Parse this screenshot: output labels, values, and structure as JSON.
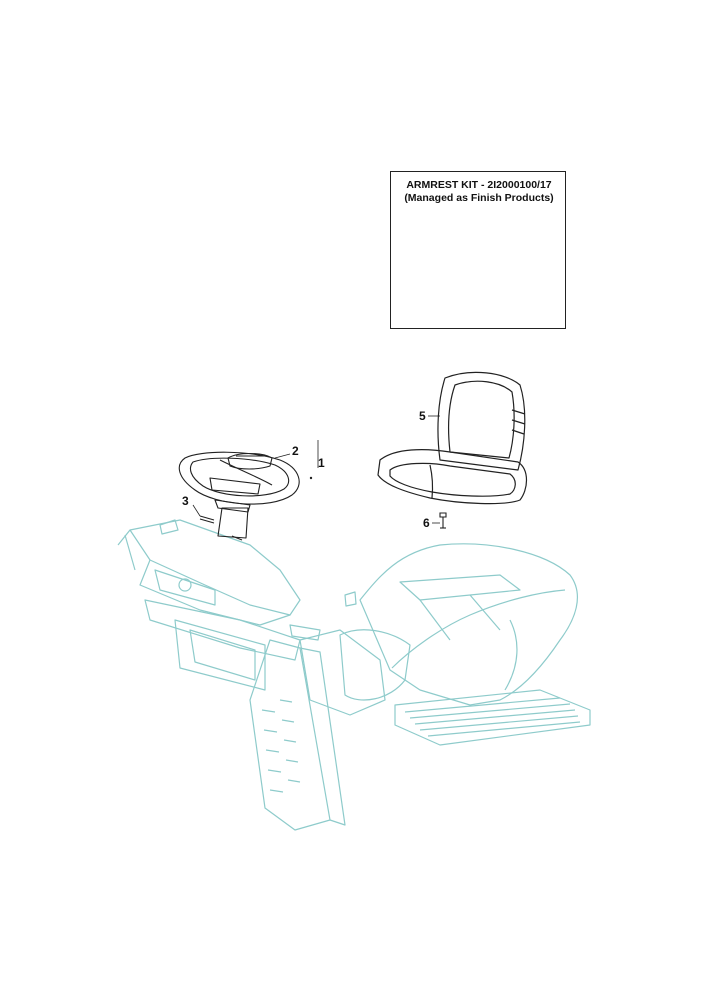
{
  "armrest_kit": {
    "title": "ARMREST KIT - 2I2000100/17",
    "subtitle": "(Managed as Finish Products)"
  },
  "callouts": {
    "c1": "1",
    "c2": "2",
    "c3": "3",
    "c5": "5",
    "c6": "6"
  },
  "colors": {
    "line_dark": "#222222",
    "context_teal": "#8ecbcb"
  }
}
